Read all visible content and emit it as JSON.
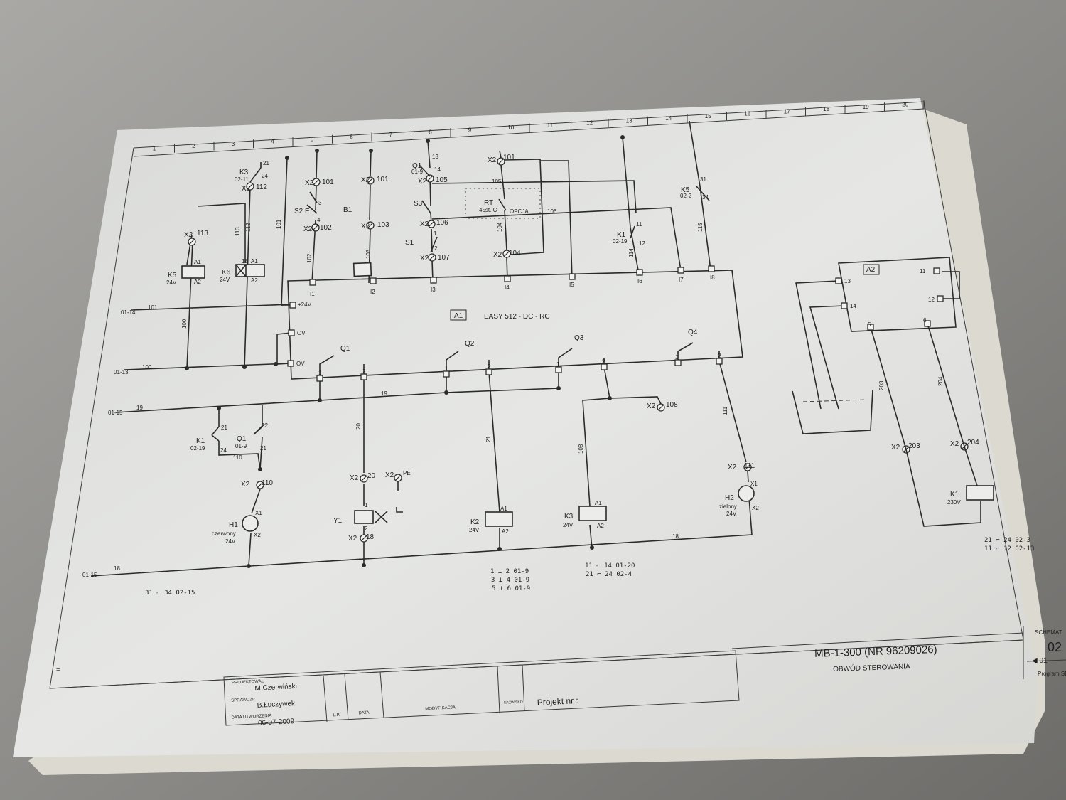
{
  "sheet": {
    "grid_columns": [
      "1",
      "2",
      "3",
      "4",
      "5",
      "6",
      "7",
      "8",
      "9",
      "10",
      "11",
      "12",
      "13",
      "14",
      "15",
      "16",
      "17",
      "18",
      "19",
      "20"
    ]
  },
  "top_section": {
    "k3": {
      "name": "K3",
      "ref": "02-11",
      "pin_a": "21",
      "pin_b": "24",
      "term": "X2",
      "term_no": "112"
    },
    "k5_term": {
      "term": "X2",
      "term_no": "113"
    },
    "k5": {
      "name": "K5",
      "voltage": "24V",
      "a1": "A1",
      "a2": "A2"
    },
    "k6": {
      "name": "K6",
      "voltage": "24V",
      "pin18": "18",
      "a1": "A1",
      "a2": "A2"
    },
    "wires": {
      "w113": "113",
      "w112": "112",
      "w101": "101",
      "w100": "100",
      "w102": "102",
      "w103": "103",
      "w104": "104",
      "w115": "115",
      "w114": "114",
      "w105": "105",
      "w106": "106"
    },
    "s2": {
      "term1": "X2",
      "term1_no": "101",
      "pin3": "3",
      "name": "S2 E",
      "pin4": "4",
      "term2": "X2",
      "term2_no": "102"
    },
    "b1": {
      "term1": "X2",
      "term1_no": "101",
      "name": "B1",
      "term2": "X2",
      "term2_no": "103"
    },
    "q1": {
      "pin13": "13",
      "name": "Q1",
      "ref": "01-9",
      "pin14": "14",
      "term": "X2",
      "term_no": "105"
    },
    "s3": {
      "name": "S3",
      "term": "X2",
      "term_no": "106"
    },
    "s1": {
      "name": "S1",
      "pin1": "1",
      "pin2": "2",
      "term": "X2",
      "term_no": "107"
    },
    "rt": {
      "term1": "X2",
      "term1_no": "101",
      "name": "RT",
      "temp": "45st. C",
      "option": "OPCJA",
      "term2": "X2",
      "term2_no": "104"
    },
    "k1": {
      "name": "K1",
      "ref": "02-19",
      "pin11": "11",
      "pin12": "12"
    },
    "k5c": {
      "name": "K5",
      "ref": "02-2",
      "pin31": "31",
      "pin34": "34"
    },
    "inputs": [
      "I1",
      "I2",
      "I3",
      "I4",
      "I5",
      "I6",
      "I7",
      "I8"
    ]
  },
  "plc": {
    "tag": "A1",
    "model": "EASY 512 - DC - RC",
    "supply": "+24V",
    "ov1": "OV",
    "ov2": "OV",
    "outputs": [
      {
        "name": "Q1",
        "p1": "1",
        "p2": "2"
      },
      {
        "name": "Q2",
        "p1": "1",
        "p2": "2"
      },
      {
        "name": "Q3",
        "p1": "1",
        "p2": "2"
      },
      {
        "name": "Q4",
        "p1": "1",
        "p2": "2"
      }
    ]
  },
  "rails": {
    "r1": {
      "ref": "01-14",
      "wire": "101"
    },
    "r2": {
      "ref": "01-13",
      "wire": "100"
    },
    "r3": {
      "ref": "01-15",
      "wire": "19",
      "wire2": "19"
    },
    "r4": {
      "ref": "01-15",
      "wire": "18",
      "wire2": "18"
    }
  },
  "bottom_section": {
    "k1": {
      "name": "K1",
      "ref": "02-19",
      "pin21": "21",
      "pin24": "24"
    },
    "q1": {
      "name": "Q1",
      "ref": "01-9",
      "pin22": "22",
      "pin21": "21",
      "wire": "110"
    },
    "h1": {
      "term": "X2",
      "term_no": "110",
      "name": "H1",
      "color": "czerwony",
      "voltage": "24V",
      "x1": "X1",
      "x2": "X2"
    },
    "y1": {
      "wire": "20",
      "term1": "X2",
      "term1_no": "20",
      "pe_term": "X2",
      "pe": "PE",
      "name": "Y1",
      "pin1": "1",
      "pin2": "2",
      "term2": "X2",
      "term2_no": "18"
    },
    "k2": {
      "wire": "21",
      "name": "K2",
      "voltage": "24V",
      "a1": "A1",
      "a2": "A2"
    },
    "k3": {
      "wire": "108",
      "term": "X2",
      "term_no": "108",
      "name": "K3",
      "voltage": "24V",
      "a1": "A1",
      "a2": "A2"
    },
    "h2": {
      "wire": "111",
      "term": "X2",
      "term_no": "111",
      "name": "H2",
      "color": "zielony",
      "voltage": "24V",
      "x1": "X1",
      "x2": "X2"
    },
    "notes": {
      "k5_contacts": "31 ⌐ 34  02-15",
      "k2_contacts": [
        "1 ⊥ 2  01-9",
        "3 ⊥ 4  01-9",
        "5 ⊥ 6  01-9"
      ],
      "k3_contacts": [
        "11 ⌐ 14  01-20",
        "21 ⌐ 24  02-4"
      ]
    }
  },
  "level_section": {
    "tag": "A2",
    "p13": "13",
    "p14": "14",
    "p11": "11",
    "p12": "12",
    "p5": "5",
    "p6": "6",
    "w203": "203",
    "w204": "204",
    "t203": "X2",
    "t203_no": "203",
    "t204": "X2",
    "t204_no": "204",
    "k1": {
      "name": "K1",
      "voltage": "230V"
    },
    "notes": [
      "21 ⌐ 24  02-3",
      "11 ⌐ 12  02-13"
    ]
  },
  "title_block": {
    "title": "MB-1-300 (NR 96209026)",
    "subtitle": "OBWÓD STEROWANIA",
    "schema_label": "SCHEMAT",
    "sheet_no": "02",
    "prev_sheet": "◀ 01",
    "program_label": "Program SE",
    "designed_label": "PROJEKTOWAŁ",
    "designed_by": "M Czerwiński",
    "checked_label": "SPRAWDZIŁ",
    "checked_by": "B.Łuczywek",
    "created_label": "DATA UTWORZENIA",
    "created_date": "06-07-2009",
    "col_lp": "L.P.",
    "col_date": "DATA",
    "col_mod": "MODYFIKACJA",
    "col_name": "NAZWISKO",
    "project_label": "Projekt nr :",
    "margin_mark": "="
  }
}
